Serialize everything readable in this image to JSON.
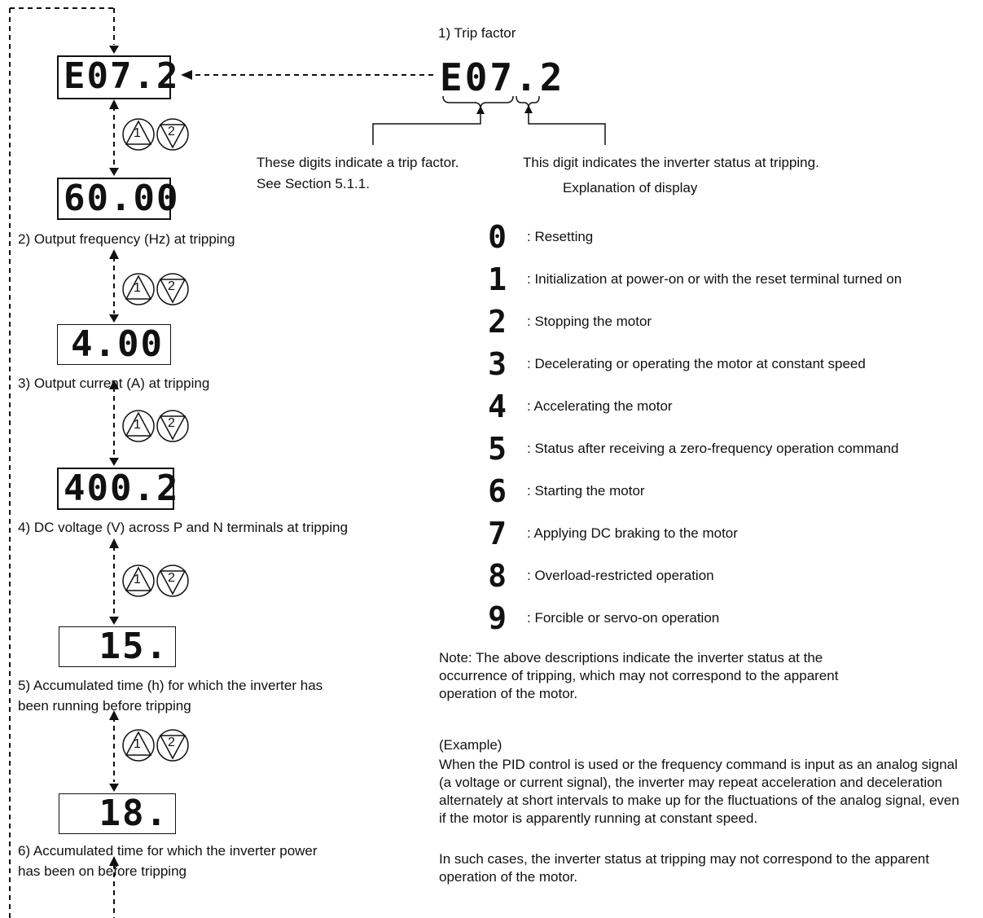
{
  "trip_factor": {
    "heading": "1) Trip factor",
    "code": "E07.2",
    "digits_note_1": "These digits indicate a trip factor.",
    "digits_note_2": "See Section 5.1.1.",
    "status_note": "This digit indicates the inverter status at tripping.",
    "explanation_heading": "Explanation of display"
  },
  "displays": [
    {
      "value": "E07.2",
      "caption": ""
    },
    {
      "value": "60.00",
      "caption": "2) Output frequency (Hz) at tripping"
    },
    {
      "value": "4.00",
      "caption": "3) Output current (A) at tripping"
    },
    {
      "value": "400.2",
      "caption": "4) DC voltage (V) across P and N terminals at tripping"
    },
    {
      "value": "15.",
      "caption": "5) Accumulated time (h) for which the inverter has",
      "caption2": "been running before tripping"
    },
    {
      "value": "18.",
      "caption": "6) Accumulated time for which the inverter power",
      "caption2": "has been on before tripping"
    }
  ],
  "keys": {
    "up": "1",
    "down": "2"
  },
  "status_list": [
    {
      "digit": "0",
      "text": ": Resetting"
    },
    {
      "digit": "1",
      "text": ": Initialization at power-on or with the reset terminal turned on"
    },
    {
      "digit": "2",
      "text": ": Stopping the motor"
    },
    {
      "digit": "3",
      "text": ": Decelerating or operating the motor at constant speed"
    },
    {
      "digit": "4",
      "text": ": Accelerating the motor"
    },
    {
      "digit": "5",
      "text": ": Status after receiving a zero-frequency operation command"
    },
    {
      "digit": "6",
      "text": ": Starting the motor"
    },
    {
      "digit": "7",
      "text": ": Applying DC braking to the motor"
    },
    {
      "digit": "8",
      "text": ": Overload-restricted operation"
    },
    {
      "digit": "9",
      "text": ": Forcible or servo-on operation"
    }
  ],
  "note": "Note: The above descriptions indicate the inverter status at the occurrence of tripping, which may not correspond to the apparent operation of the motor.",
  "example": {
    "heading": "(Example)",
    "body": "When the PID control is used or the frequency command is input as an analog signal (a voltage or current signal), the inverter may repeat acceleration and deceleration alternately at short intervals to make up for the fluctuations of the analog signal, even if the motor is apparently running at constant speed.",
    "body2": "In such cases, the inverter status at tripping may not correspond to the apparent operation of the motor."
  }
}
